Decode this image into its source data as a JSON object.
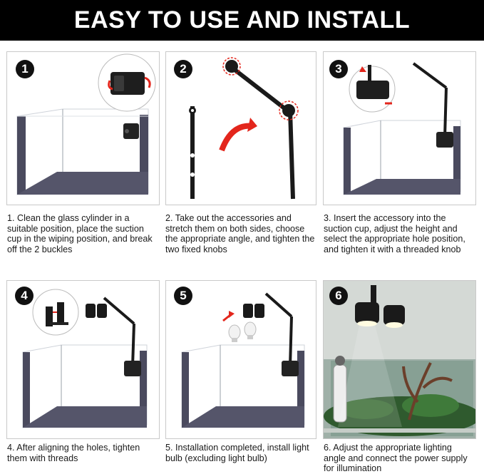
{
  "header": {
    "title": "EASY TO USE AND INSTALL"
  },
  "steps": [
    {
      "number": "1",
      "caption": "1. Clean the glass cylinder in a suitable position, place the suction cup in the wiping position, and break off the 2 buckles"
    },
    {
      "number": "2",
      "caption": "2. Take out the accessories and stretch them on both sides, choose the appropriate angle, and tighten the two fixed knobs"
    },
    {
      "number": "3",
      "caption": "3. Insert the accessory into the suction cup, adjust the height and select the appropriate hole position, and tighten it with a threaded knob"
    },
    {
      "number": "4",
      "caption": "4. After aligning the holes, tighten them with threads"
    },
    {
      "number": "5",
      "caption": "5. Installation completed, install light bulb (excluding light bulb)"
    },
    {
      "number": "6",
      "caption": "6. Adjust the appropriate lighting angle and connect the power supply for illumination"
    }
  ],
  "colors": {
    "banner": "#000000",
    "tank_frame": "#4a4a5e",
    "arrow": "#e3261c",
    "water": "#2f4f3a"
  }
}
